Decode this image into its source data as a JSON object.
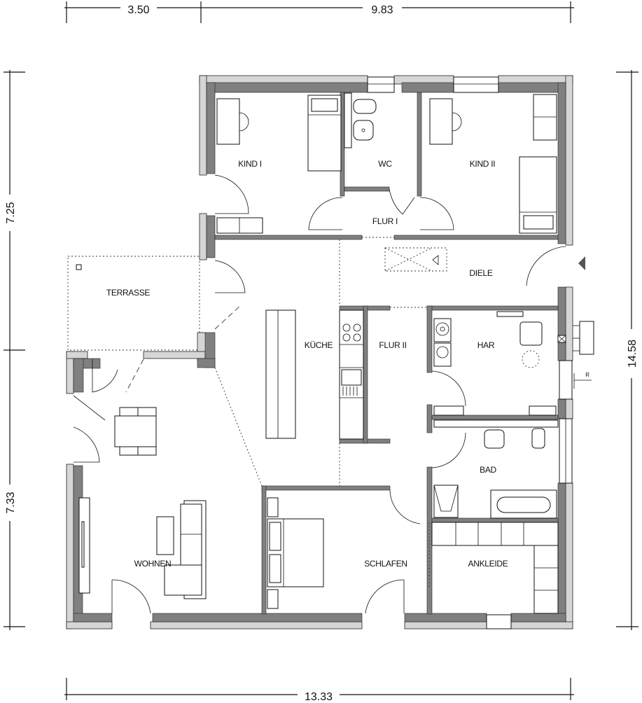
{
  "title": "Grundriss Bungalow",
  "dimensions": {
    "top_left": "3.50",
    "top_right": "9.83",
    "left_upper": "7.25",
    "left_lower": "7.33",
    "right_total": "14.58",
    "bottom_total": "13.33"
  },
  "rooms": {
    "kind1": "KIND I",
    "wc": "WC",
    "kind2": "KIND II",
    "flur1": "FLUR I",
    "diele": "DIELE",
    "terrasse": "TERRASSE",
    "kueche": "KÜCHE",
    "flur2": "FLUR II",
    "har": "HAR",
    "bad": "BAD",
    "wohnen": "WOHNEN",
    "schlafen": "SCHLAFEN",
    "ankleide": "ANKLEIDE"
  },
  "annotations": {
    "r_marker": "R"
  },
  "colors": {
    "wall_outer": "#d6d6d6",
    "wall_inner": "#808080"
  }
}
